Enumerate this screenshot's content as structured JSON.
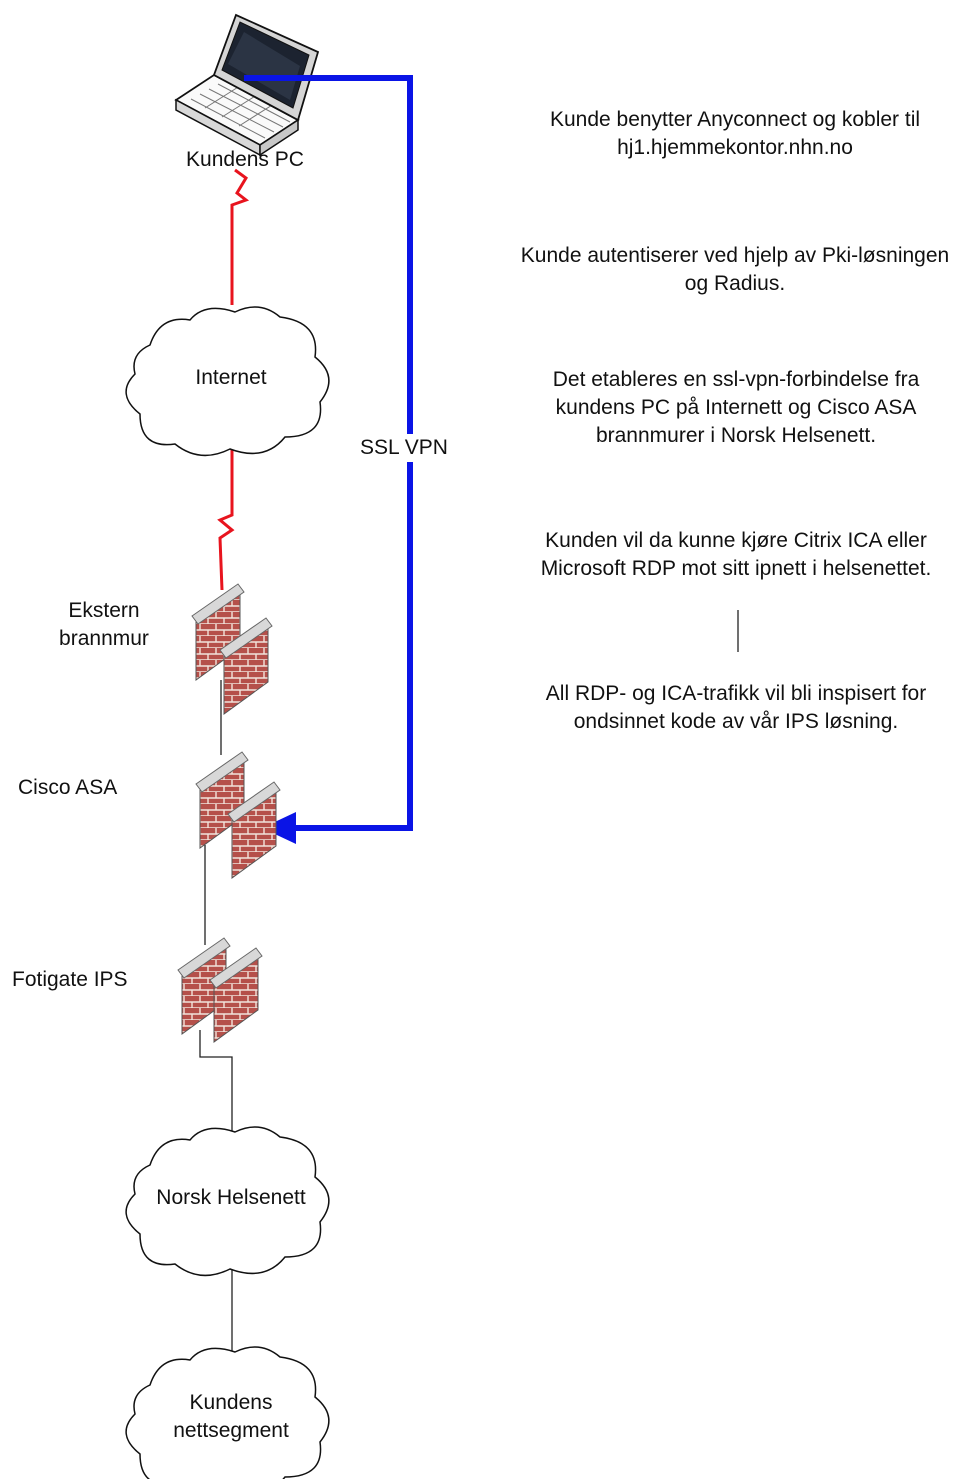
{
  "nodes": {
    "pc": "Kundens PC",
    "internet": "Internet",
    "ekstern": "Ekstern\nbrannmur",
    "cisco": "Cisco ASA",
    "fotigate": "Fotigate IPS",
    "helsenett": "Norsk Helsenett",
    "segment": "Kundens\nnettsegment"
  },
  "vpn_label": "SSL VPN",
  "steps": [
    "Kunde benytter Anyconnect og kobler til\nhj1.hjemmekontor.nhn.no",
    "Kunde autentiserer ved hjelp av Pki-løsningen\nog Radius.",
    "Det etableres en ssl-vpn-forbindelse fra\nkundens PC på Internett og Cisco ASA\nbrannmurer i Norsk Helsenett.",
    "Kunden vil da kunne kjøre Citrix ICA eller\nMicrosoft RDP mot sitt ipnett i helsenettet.",
    "All RDP- og ICA-trafikk vil bli inspisert for\nondsinnet kode av vår IPS løsning."
  ],
  "colors": {
    "vpn": "#0a14e6",
    "wan": "#e8141e",
    "brick": "#b5504a",
    "mortar": "#f2e4dc",
    "wire": "#222222"
  }
}
